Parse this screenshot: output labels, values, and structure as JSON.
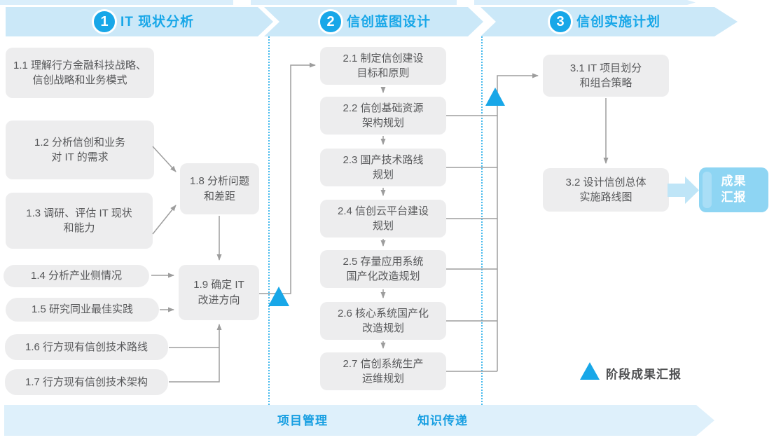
{
  "colors": {
    "accent_blue": "#18a7e8",
    "banner_fill": "#cbe8f8",
    "top_strip_fill": "#daeefb",
    "footer_fill": "#def0fb",
    "box_fill": "#ededee",
    "box_text": "#57585a",
    "connector_gray": "#9d9d9d",
    "boundary_dotted": "#45b9ec",
    "report_fill": "#8ed5f3",
    "thick_arrow": "#bfe5f7",
    "footer_text": "#189fe2"
  },
  "header": {
    "phases": [
      {
        "number": "1",
        "title": "IT 现状分析"
      },
      {
        "number": "2",
        "title": "信创蓝图设计"
      },
      {
        "number": "3",
        "title": "信创实施计划"
      }
    ]
  },
  "phase1_boxes": [
    {
      "line1": "1.1 理解行方金融科技战略、",
      "line2": "信创战略和业务模式"
    },
    {
      "line1": "1.2 分析信创和业务",
      "line2": "对 IT 的需求"
    },
    {
      "line1": "1.3 调研、评估 IT 现状",
      "line2": "和能力"
    },
    {
      "line1": "1.4 分析产业侧情况"
    },
    {
      "line1": "1.5 研究同业最佳实践"
    },
    {
      "line1": "1.6 行方现有信创技术路线"
    },
    {
      "line1": "1.7 行方现有信创技术架构"
    },
    {
      "line1": "1.8 分析问题",
      "line2": "和差距"
    },
    {
      "line1": "1.9 确定 IT",
      "line2": "改进方向"
    }
  ],
  "phase2_boxes": [
    {
      "line1": "2.1 制定信创建设",
      "line2": "目标和原则"
    },
    {
      "line1": "2.2 信创基础资源",
      "line2": "架构规划"
    },
    {
      "line1": "2.3 国产技术路线",
      "line2": "规划"
    },
    {
      "line1": "2.4 信创云平台建设",
      "line2": "规划"
    },
    {
      "line1": "2.5 存量应用系统",
      "line2": "国产化改造规划"
    },
    {
      "line1": "2.6 核心系统国产化",
      "line2": "改造规划"
    },
    {
      "line1": "2.7 信创系统生产",
      "line2": "运维规划"
    }
  ],
  "phase3_boxes": [
    {
      "line1": "3.1 IT 项目划分",
      "line2": "和组合策略"
    },
    {
      "line1": "3.2 设计信创总体",
      "line2": "实施路线图"
    }
  ],
  "report_box": {
    "line1": "成果",
    "line2": "汇报"
  },
  "legend": {
    "label": "阶段成果汇报"
  },
  "footer": {
    "items": [
      "项目管理",
      "知识传递"
    ]
  }
}
